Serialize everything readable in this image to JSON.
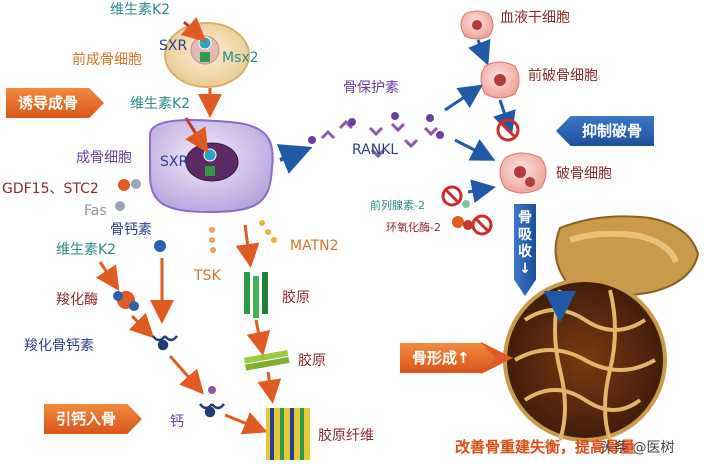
{
  "cells": {
    "preosteoblast": "前成骨细胞",
    "osteoblast": "成骨细胞",
    "hsc": "血液干细胞",
    "preosteoclast": "前破骨细胞",
    "osteoclast": "破骨细胞"
  },
  "receptors": {
    "sxr_top": "SXR",
    "msx2": "Msx2",
    "sxr_main": "SXR"
  },
  "molecules": {
    "vk2_top": "维生素K2",
    "vk2_mid": "维生素K2",
    "vk2_left": "维生素K2",
    "opg": "骨保护素",
    "rankl": "RANKL",
    "gdf": "GDF15、STC2",
    "fas": "Fas",
    "osteocalcin": "骨钙素",
    "tsk": "TSK",
    "matn2": "MATN2",
    "carboxylase": "羧化酶",
    "carboxy_oc": "羧化骨钙素",
    "calcium": "钙",
    "collagen1": "胶原",
    "collagen2": "胶原",
    "fibril": "胶原纤维",
    "pge2": "前列腺素-2",
    "cox2": "环氧化酶-2"
  },
  "tags": {
    "induce": "诱导成骨",
    "inhibit": "抑制破骨",
    "calcium": "引钙入骨",
    "formation": "骨形成↑",
    "resorption": "骨吸收↓"
  },
  "footer": {
    "conclusion": "改善骨重建失衡，提高骨量",
    "watermark": "头条 @医树"
  },
  "colors": {
    "orange_tag": "#e0631f",
    "blue_tag": "#2a5fae",
    "cell_purple": "#c9b8e6",
    "cell_pink": "#f4b6b0",
    "bone": "#c99a4a"
  }
}
